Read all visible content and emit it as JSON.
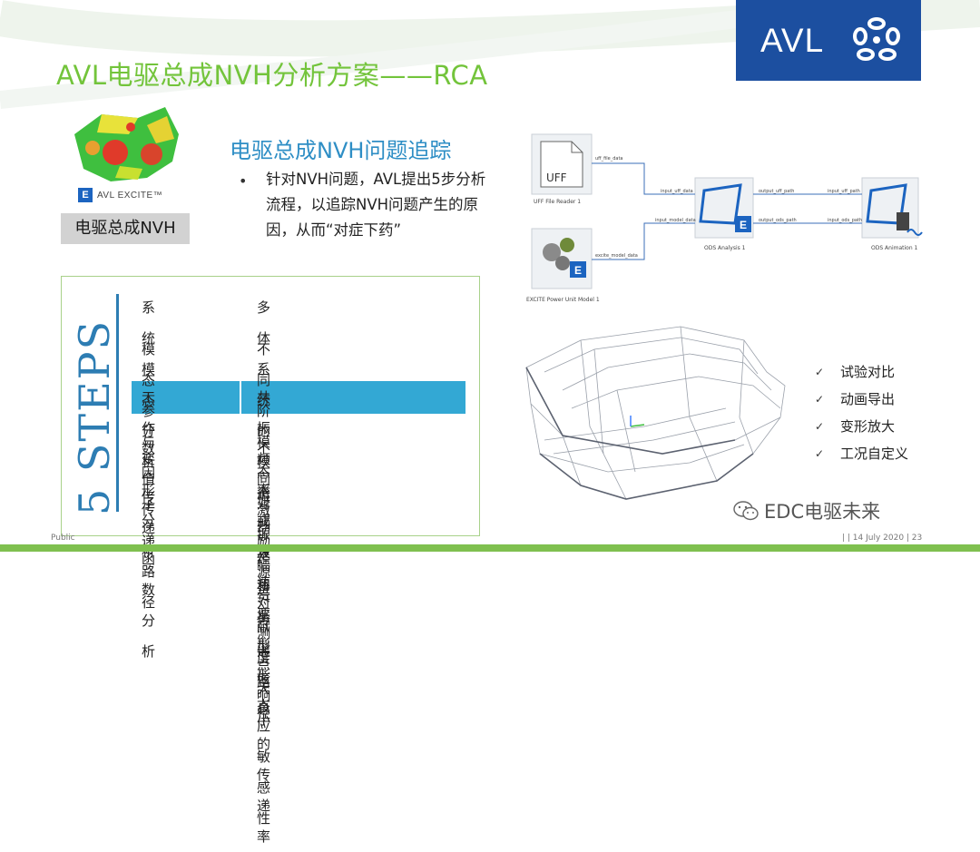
{
  "title": "AVL电驱总成NVH分析方案——RCA",
  "logo": {
    "text": "AVL",
    "color": "#1c4fa0"
  },
  "product": {
    "logo_text": "AVL EXCITE™",
    "logo_letter": "E",
    "label": "电驱总成NVH"
  },
  "subtitle": "电驱总成NVH问题追踪",
  "bullet": {
    "marker": "•",
    "text": "针对NVH问题，AVL提出5步分析流程，以追踪NVH问题产生的原因，从而“对症下药”"
  },
  "workflow": {
    "nodes": [
      {
        "label": "UFF File Reader 1",
        "icon_text": "UFF"
      },
      {
        "label": "EXCITE Power Unit Model 1"
      },
      {
        "label": "ODS Analysis 1"
      },
      {
        "label": "ODS Animation 1"
      }
    ],
    "ports": {
      "uff_file_data": "uff_file_data",
      "excite_model_data": "excite_model_data",
      "input_uff_data": "input_uff_data",
      "input_model_data": "input_model_data",
      "output_uff_path": "output_uff_path",
      "output_ods_path": "output_ods_path",
      "input_uff_path": "input_uff_path",
      "input_ods_path": "input_ods_path"
    }
  },
  "steps": {
    "vertical_label": "5 STEPS",
    "items": [
      {
        "name": "系统模态分析",
        "desc": "多体系统的模态频率和振型信息",
        "highlight": false
      },
      {
        "name": "模态参与因子",
        "desc": "不同阶模态对振幅贡献度大小",
        "highlight": false
      },
      {
        "name": "工作变形分析",
        "desc": "共振频率或转速变形形态",
        "highlight": true
      },
      {
        "name": "数值传递路径",
        "desc": "不同激励源对测点响应敏感性",
        "highlight": false
      },
      {
        "name": "传递函数分析",
        "desc": "振动经过传递路径的传递率",
        "highlight": false
      }
    ]
  },
  "features": [
    {
      "mark": "✓",
      "label": "试验对比"
    },
    {
      "mark": "✓",
      "label": "动画导出"
    },
    {
      "mark": "✓",
      "label": "变形放大"
    },
    {
      "mark": "✓",
      "label": "工况自定义"
    }
  ],
  "watermark": "EDC电驱未来",
  "footer": {
    "left": "Public",
    "right": "|  | 14 July 2020 | 23"
  },
  "colors": {
    "title_green": "#73c43b",
    "subtitle_blue": "#2e8ec5",
    "highlight": "#33a8d4",
    "steps_blue": "#2d7db3"
  }
}
